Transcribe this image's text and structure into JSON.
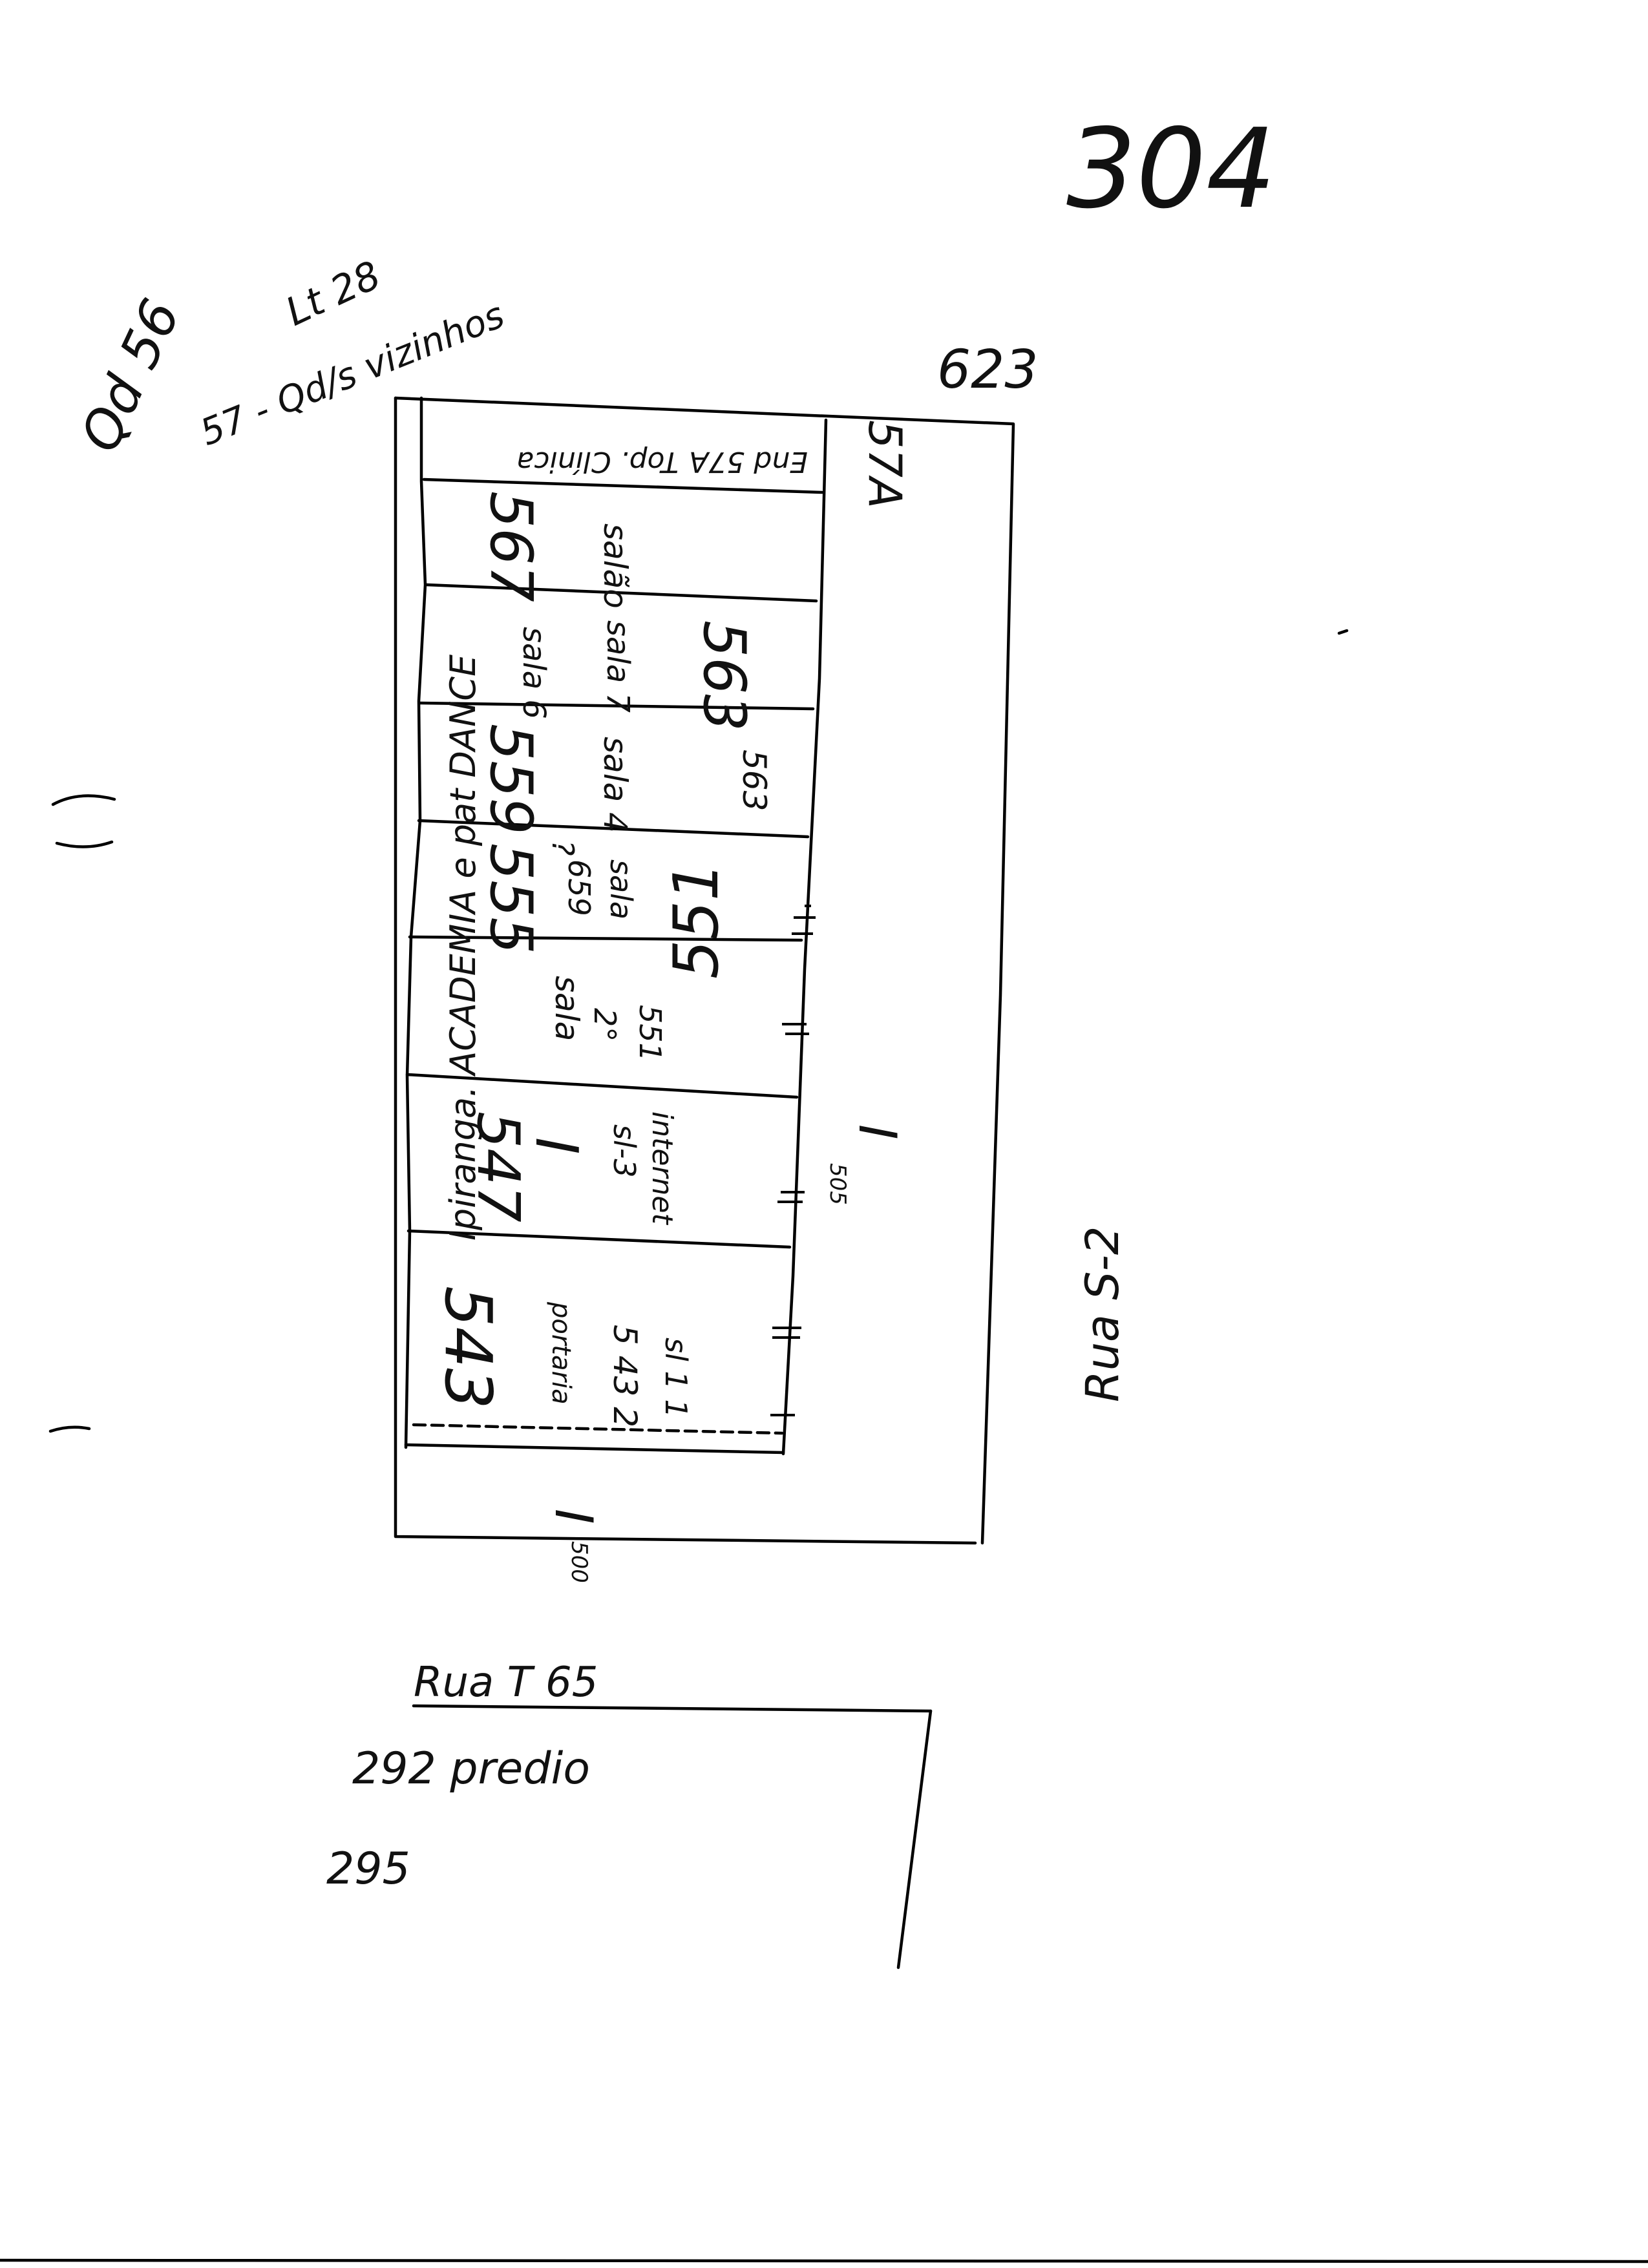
{
  "page_number": "304",
  "top_left_note": {
    "line1": "Qd 56",
    "line2": "Lt 28",
    "line3": "57 - Qd/s vizinhos"
  },
  "dimension_top": "623",
  "dimension_right": "57A",
  "floor_label_lower": "I",
  "floor_label_lower_sub": "500",
  "floor_label_right": "I",
  "floor_label_right_sub": "505",
  "building_sign": "Ipiranga. ACADEMIA e pat DANCE",
  "rooms": [
    {
      "number": "543",
      "note1": "portaria",
      "note2": "5 43 2",
      "note3": "sl 1 1"
    },
    {
      "number": "547",
      "floor": "I",
      "note1": "sl-3",
      "note2": "internet"
    },
    {
      "number": "551",
      "note1": "sala",
      "note2": "2°",
      "note3": "551"
    },
    {
      "number": "555",
      "note1": "sala",
      "note2": "659",
      "note3": "?"
    },
    {
      "number": "559",
      "note1": "sala 4",
      "note2": "563"
    },
    {
      "number": "563",
      "note1": "sala 7",
      "note2": "sala 6"
    },
    {
      "number": "567",
      "note1": "salão"
    },
    {
      "number": "",
      "note1": "End 57A",
      "note2": "Top. Clínica"
    }
  ],
  "street_right": "Rua S-2",
  "street_bottom": "Rua T 65",
  "bottom_notes": {
    "line1": "292 predio",
    "line2": "295"
  }
}
